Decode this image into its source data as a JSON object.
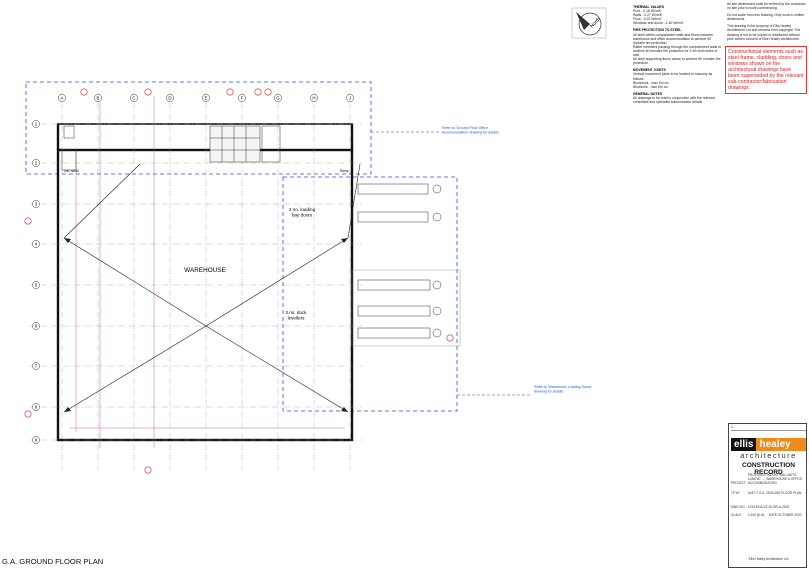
{
  "plan_title": "G.A. GROUND FLOOR PLAN",
  "room_label": "WAREHOUSE",
  "grid_columns": [
    "A",
    "B",
    "C",
    "D",
    "E",
    "F",
    "G",
    "H",
    "J"
  ],
  "grid_rows": [
    "1",
    "2",
    "3",
    "4",
    "5",
    "6",
    "7",
    "8",
    "9"
  ],
  "annotations": {
    "loading_bay_doors": "2 no. loading\nbay doors",
    "dock_levellers": "3 no. dock\nlevellers",
    "office_ref": "Refer to 'Ground Floor Office\nAccommodation' drawing for details",
    "loading_ref": "Refer to 'Warehouse Loading Doors'\ndrawing for details",
    "corner_a": "2no. small",
    "corner_b": "Ramp"
  },
  "north_label": "North",
  "notes": {
    "h1": "THERMAL VALUES",
    "l1": "Roof - 0.18 W/m²K",
    "l2": "Walls - 0.27 W/m²K",
    "l3": "Floor - 0.22 W/m²K",
    "l4": "Windows and doors - 1.60 W/m²K",
    "h2": "FIRE PROTECTION TO STEEL",
    "p2": "All steel within compartment walls and floors between warehouse and office accommodation to achieve 60 minutes fire protection.",
    "p3": "Rafter members passing through the compartment walls to achieve 60 minutes fire protection for 1.5m both sides of wall.",
    "p4": "All steel supporting floors above to achieve 60 minutes fire protection.",
    "h3": "MOVEMENT JOINTS",
    "p5": "Vertical movement joints to be located in masonry as follows:",
    "p6": "Blockwork - max 6m c/c",
    "p7": "Brickwork - max 6m c/c",
    "h4": "GENERAL NOTES",
    "p8": "All drawings to be read in conjunction with the relevant consultant and specialist subcontractor details"
  },
  "notes2": {
    "p1": "All site dimensions shall be verified by the contractor on site prior to work commencing.",
    "p2": "Do not scale from this drawing. Only work to written dimensions.",
    "p3": "This drawing is the property of Ellis Healey Architecture Ltd and remains their copyright. The drawing is not to be copied or distributed without prior written consent of Ellis Healey Architecture."
  },
  "warning": "Constructional elements such as steel frame, cladding, doors and windows shown on the architectural drawings have been superseded by the relevant sub-contractor/fabrication drawings.",
  "titleblock": {
    "logo_a": "ellis",
    "logo_b": "healey",
    "logo_sub": "architecture",
    "record": "CONSTRUCTION RECORD",
    "project_label": "PROJECT",
    "project": "PROPOSED INDUSTRIAL UNITS, LAND AT ..., WAREHOUSE & OFFICE ACCOMMODATION",
    "title_label": "TITLE",
    "title": "UNIT 2 G.A. GROUND FLOOR PLAN",
    "dwg_label": "DWG NO.",
    "dwg": "1234-EHA-ZZ-00-DR-A-2003",
    "scale_label": "SCALE",
    "scale": "1:200 @ A1",
    "date_label": "DATE",
    "date": "OCTOBER 2020",
    "rev": "C",
    "address": "Ellis Healey Architecture Ltd"
  },
  "colors": {
    "accent_red": "#e02020",
    "dashed_blue": "#2456d8",
    "logo_orange": "#f08a1a",
    "grid_magenta": "#c23b8a"
  }
}
